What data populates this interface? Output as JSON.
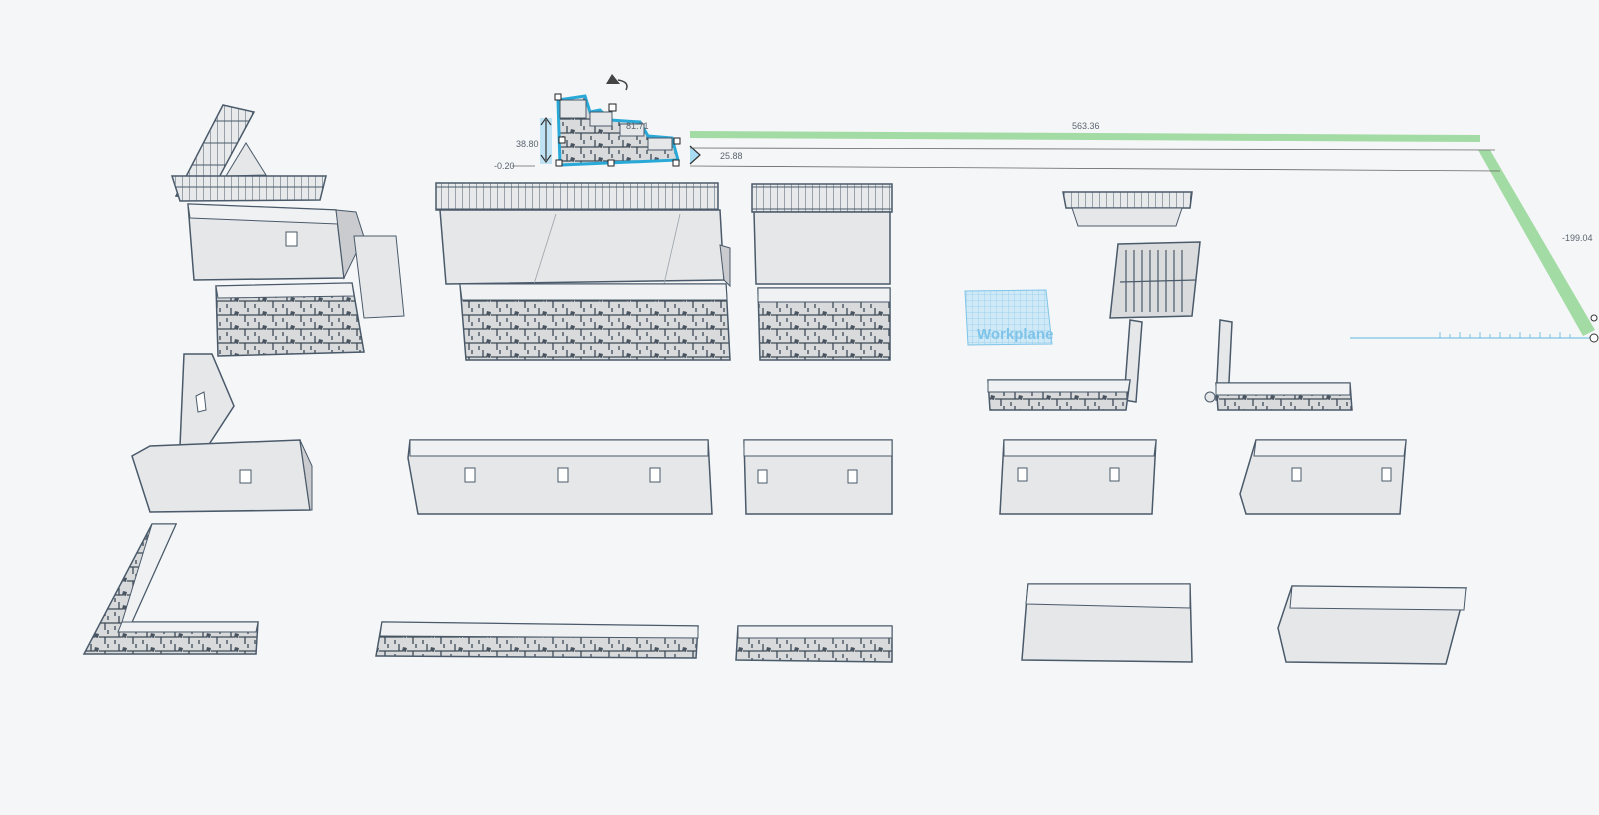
{
  "workplane": {
    "label": "Workplane"
  },
  "selection": {
    "dimensions": {
      "height": "38.80",
      "width": "81.71",
      "depth": "25.88",
      "elevation": "-0.20"
    }
  },
  "ruler": {
    "x_distance": "563.36",
    "y_distance": "-199.04"
  },
  "colors": {
    "background": "#f5f6f7",
    "part_face": "#e6e7e9",
    "part_side": "#c9cbce",
    "outline": "#4a5a6a",
    "selection": "#29a9d8",
    "ruler_green": "#8fd48f",
    "workplane_grid": "#7fc4e8"
  }
}
